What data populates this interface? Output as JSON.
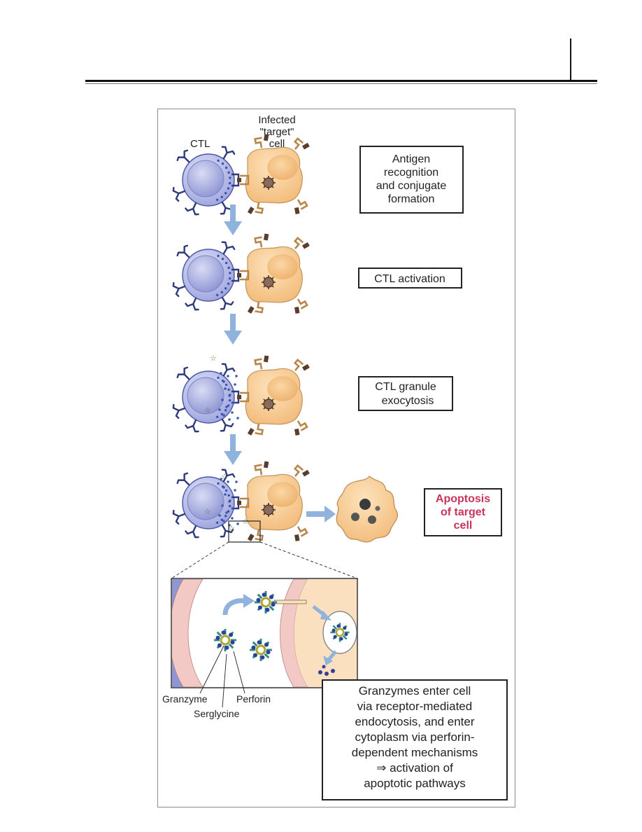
{
  "labels": {
    "ctl": "CTL",
    "target_cell": [
      "Infected",
      "\"target\"",
      "cell"
    ],
    "granzyme": "Granzyme",
    "serglycine": "Serglycine",
    "perforin": "Perforin"
  },
  "steps": [
    {
      "id": "antigen-recognition",
      "lines": [
        "Antigen",
        "recognition",
        "and conjugate",
        "formation"
      ]
    },
    {
      "id": "ctl-activation",
      "lines": [
        "CTL activation"
      ]
    },
    {
      "id": "granule-exocytosis",
      "lines": [
        "CTL granule",
        "exocytosis"
      ]
    },
    {
      "id": "apoptosis",
      "lines": [
        "Apoptosis",
        "of target",
        "cell"
      ]
    }
  ],
  "caption": [
    "Granzymes enter cell",
    "via receptor-mediated",
    "endocytosis, and enter",
    "cytoplasm via perforin-",
    "dependent mechanisms",
    "⇒ activation of",
    "apoptotic pathways"
  ],
  "colors": {
    "ctl_fill": "#b7bde6",
    "ctl_nucleus": "#8e96d6",
    "ctl_edge": "#4a55a8",
    "receptor": "#2e3a7a",
    "target_fill": "#f7c98e",
    "target_nucleus": "#efb672",
    "mhc": "#b8864a",
    "antigen": "#5a3d2a",
    "arrow": "#8fb3dc",
    "apoptosis_text": "#c8345a",
    "membrane_pink": "#f2c9c4",
    "membrane_blue": "#8e96d6",
    "granule_blue": "#2f3f9a",
    "granule_green": "#2f8f86"
  }
}
